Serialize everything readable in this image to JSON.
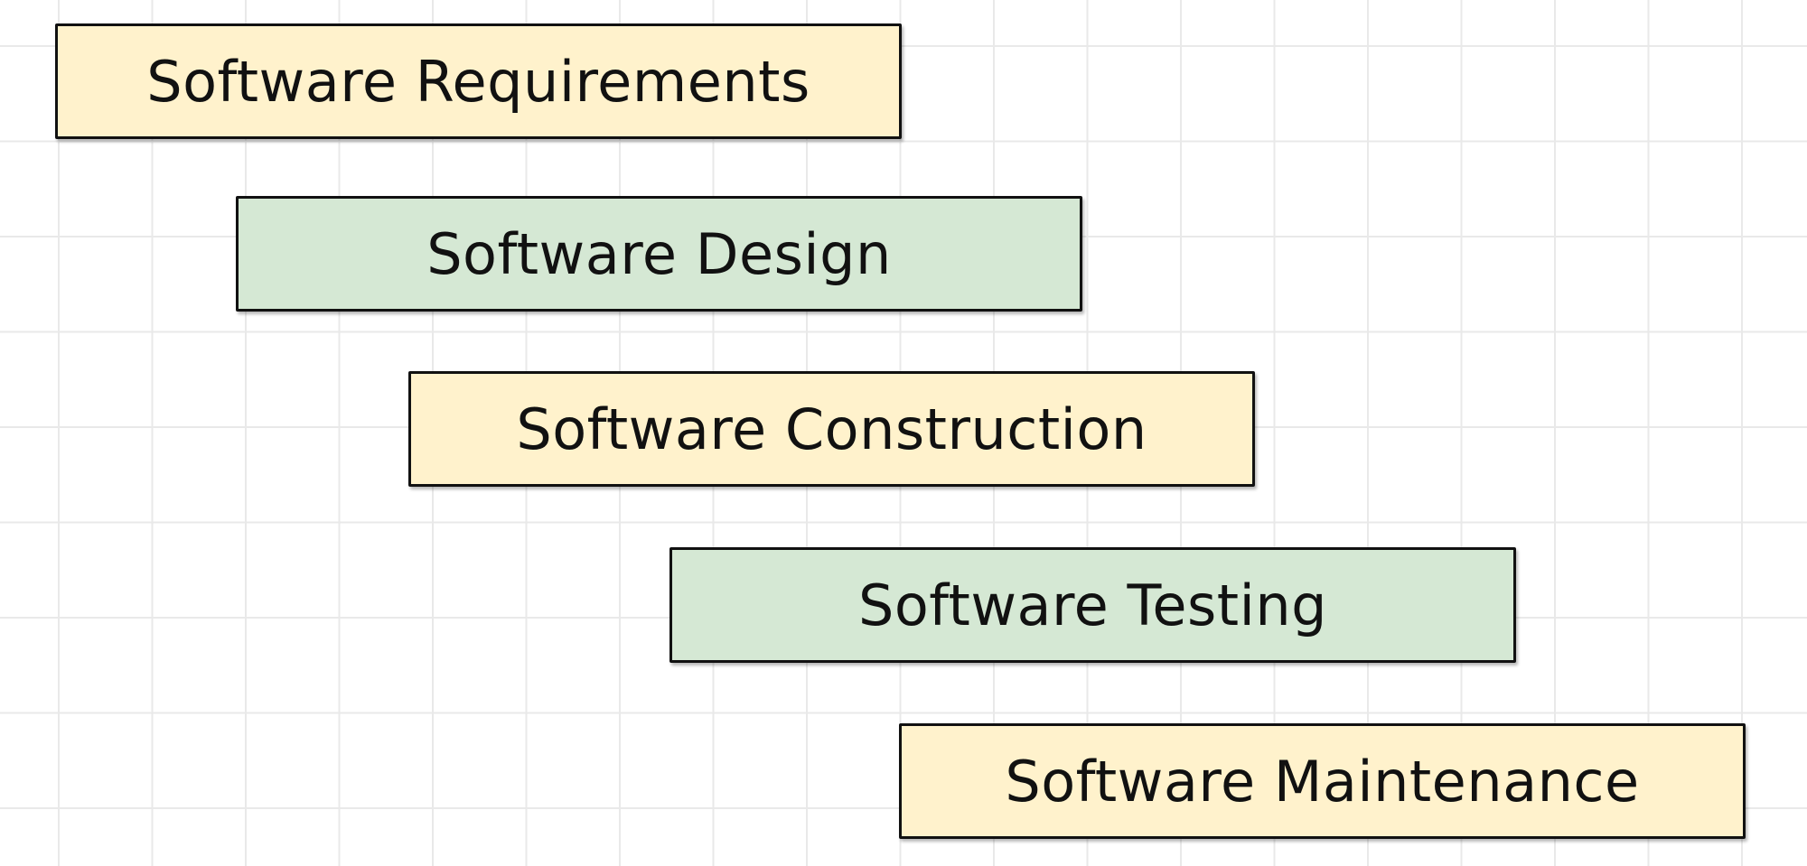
{
  "diagram": {
    "stages": [
      {
        "label": "Software Requirements",
        "fill": "#fff2cc",
        "border": "#111111"
      },
      {
        "label": "Software Design",
        "fill": "#d5e8d4",
        "border": "#111111"
      },
      {
        "label": "Software Construction",
        "fill": "#fff2cc",
        "border": "#111111"
      },
      {
        "label": "Software Testing",
        "fill": "#d5e8d4",
        "border": "#111111"
      },
      {
        "label": "Software Maintenance",
        "fill": "#fff2cc",
        "border": "#111111"
      }
    ]
  }
}
